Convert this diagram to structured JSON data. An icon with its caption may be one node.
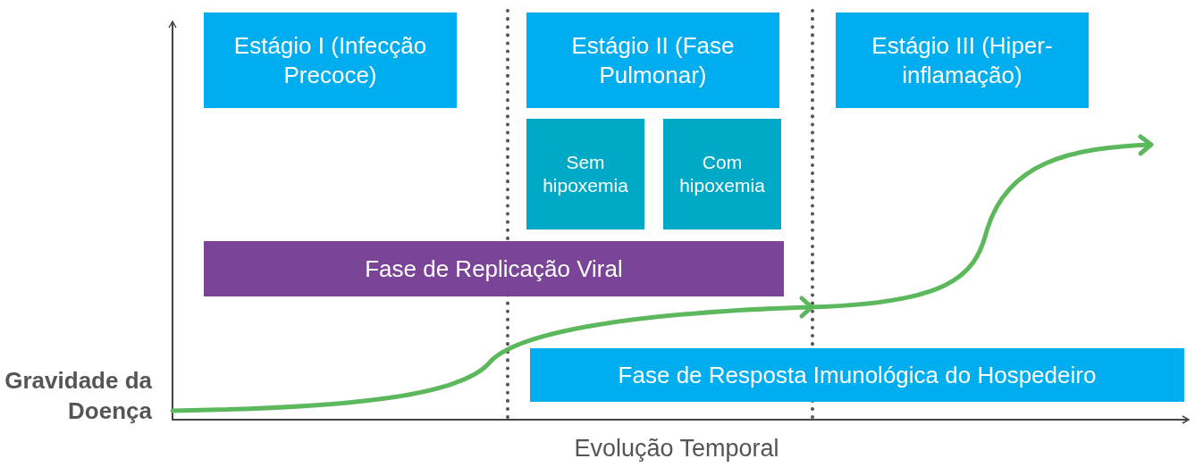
{
  "diagram": {
    "nodes": [
      {
        "text": [
          "Estágio I (Infecção Precoce)"
        ]
      },
      {
        "text": [
          "Estágio II (Fase Pulmonar)"
        ]
      },
      {
        "text": [
          "Estágio III (Hiper-inflamação)"
        ]
      },
      {
        "text": [
          "Sem hipoxemia"
        ]
      },
      {
        "text": [
          "Com hipoxemia"
        ]
      },
      {
        "text": [
          "Fase de Replicação Viral"
        ]
      },
      {
        "text": [
          "Fase de Resposta Imunológica do Hospedeiro"
        ]
      }
    ],
    "labels": [
      "Gravidade da Doença",
      "Evolução Temporal"
    ]
  }
}
